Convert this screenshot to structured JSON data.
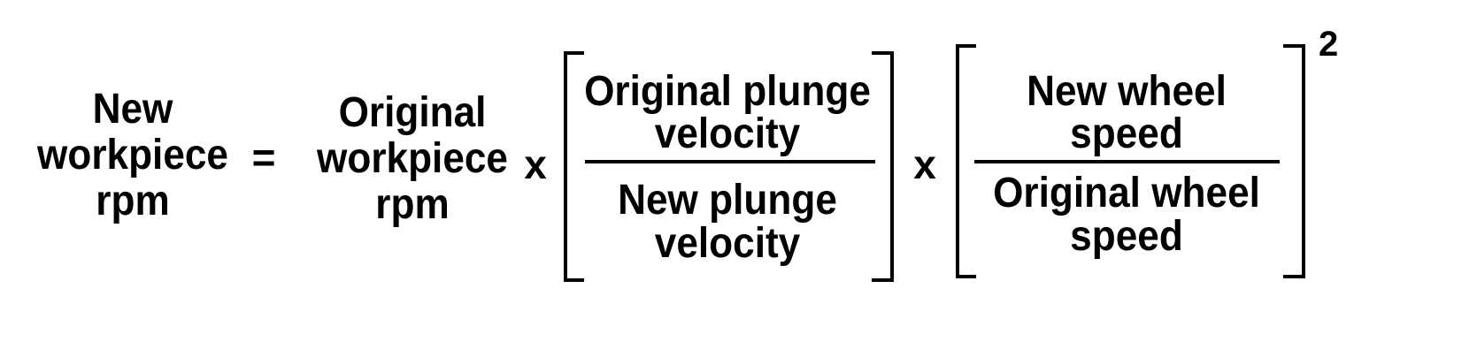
{
  "formula": {
    "lhs": [
      "New",
      "workpiece",
      "rpm"
    ],
    "equals": "=",
    "term1": [
      "Original",
      "workpiece",
      "rpm"
    ],
    "times1": "x",
    "fraction1": {
      "numerator": [
        "Original plunge",
        "velocity"
      ],
      "denominator": [
        "New plunge",
        "velocity"
      ]
    },
    "times2": "x",
    "fraction2": {
      "numerator": [
        "New wheel",
        "speed"
      ],
      "denominator": [
        "Original wheel",
        "speed"
      ]
    },
    "exponent": "2"
  }
}
